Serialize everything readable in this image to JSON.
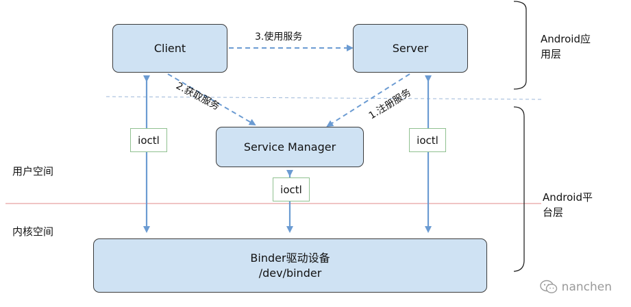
{
  "nodes": {
    "client": "Client",
    "server": "Server",
    "service_manager": "Service Manager",
    "binder_line1": "Binder驱动设备",
    "binder_line2": "/dev/binder"
  },
  "ioctl_labels": {
    "left": "ioctl",
    "middle": "ioctl",
    "right": "ioctl"
  },
  "edge_labels": {
    "use_service": "3.使用服务",
    "get_service": "2.获取服务",
    "register_service": "1.注册服务"
  },
  "regions": {
    "user_space": "用户空间",
    "kernel_space": "内核空间"
  },
  "layers": {
    "android_app_line1": "Android应",
    "android_app_line2": "用层",
    "android_platform_line1": "Android平",
    "android_platform_line2": "台层"
  },
  "watermark": "nanchen",
  "colors": {
    "box_fill": "#cfe2f3",
    "arrow": "#6b9bd2",
    "kernel_line": "#e8a0a0",
    "dashed_separator": "#9bb6d8"
  }
}
